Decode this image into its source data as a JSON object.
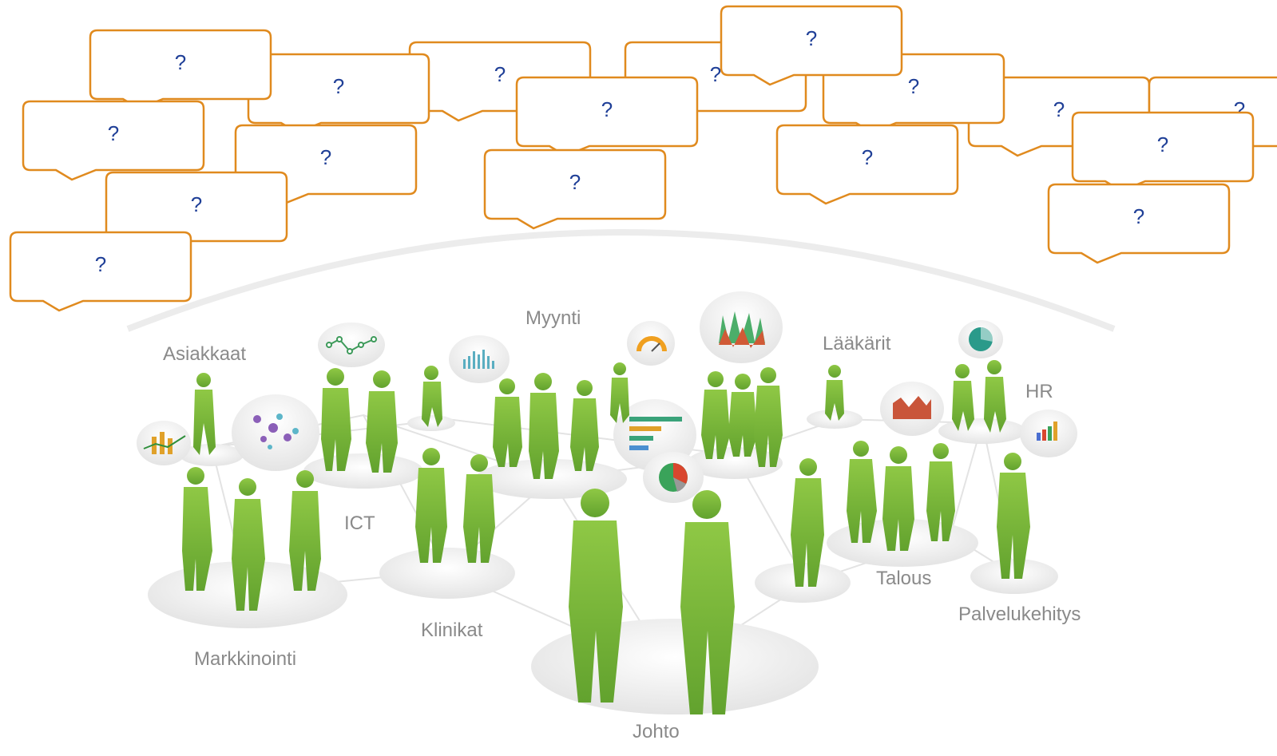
{
  "bubbles": [
    {
      "text": "?"
    },
    {
      "text": "?"
    },
    {
      "text": "?"
    },
    {
      "text": "?"
    },
    {
      "text": "?"
    },
    {
      "text": "?"
    },
    {
      "text": "?"
    },
    {
      "text": "?"
    },
    {
      "text": "?"
    },
    {
      "text": "?"
    },
    {
      "text": "?"
    },
    {
      "text": "?"
    },
    {
      "text": "?"
    },
    {
      "text": "?"
    },
    {
      "text": "?"
    },
    {
      "text": "?"
    },
    {
      "text": "?"
    }
  ],
  "groups": {
    "asiakkaat": "Asiakkaat",
    "ict": "ICT",
    "myynti": "Myynti",
    "laakarit": "Lääkärit",
    "hr": "HR",
    "markkinointi": "Markkinointi",
    "klinikat": "Klinikat",
    "johto": "Johto",
    "talous": "Talous",
    "palvelukehitys": "Palvelukehitys"
  },
  "colors": {
    "bubble_border": "#e08a1e",
    "question_mark": "#1f3f97",
    "figure_green": "#7cb83a",
    "label_gray": "#8a8a8a",
    "platform": "#eeeeee"
  }
}
